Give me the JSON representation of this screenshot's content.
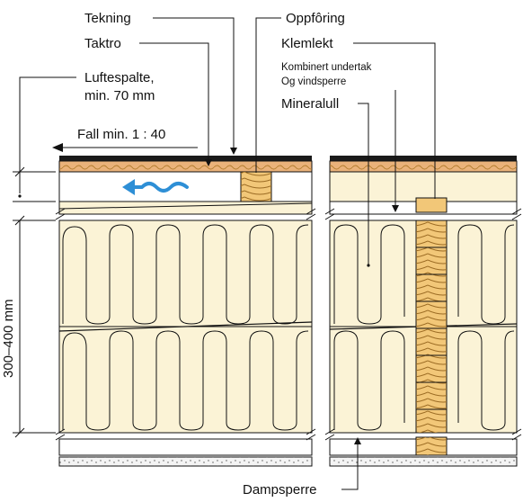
{
  "labels": {
    "tekning": "Tekning",
    "taktro": "Taktro",
    "luftespalte_line1": "Luftespalte,",
    "luftespalte_line2": "min. 70 mm",
    "fall": "Fall min. 1 : 40",
    "oppforing": "Oppfôring",
    "klemlekt": "Klemlekt",
    "undertak_line1": "Kombinert undertak",
    "undertak_line2": "Og vindsperre",
    "mineralull": "Mineralull",
    "dim": "300–400 mm",
    "dampsperre": "Dampsperre"
  },
  "colors": {
    "insulation": "#fbf3d6",
    "wood": "#f2c778",
    "wood_grain": "#b07a2a",
    "taktro": "#eab27a",
    "roofing": "#1a1a1a",
    "air_arrow": "#2e8fd6",
    "line": "#111111"
  }
}
